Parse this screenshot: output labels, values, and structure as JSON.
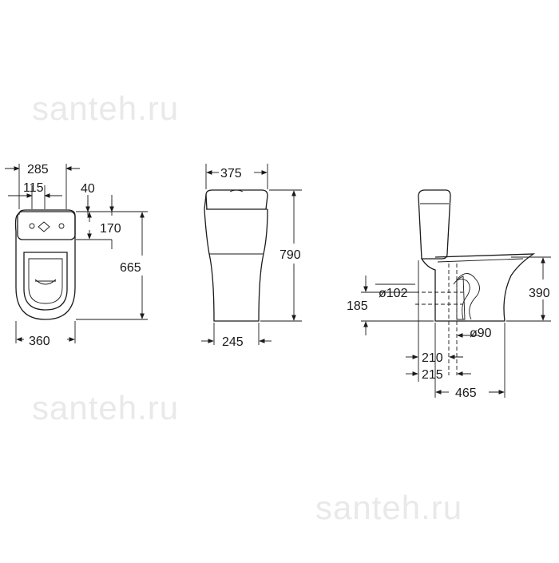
{
  "watermark": {
    "text": "santeh.ru"
  },
  "top_view": {
    "dim_total_width": "285",
    "dim_inner": "115",
    "dim_offset": "40",
    "dim_tank_depth": "170",
    "dim_length": "665",
    "dim_base_width": "360"
  },
  "front_view": {
    "dim_tank_width": "375",
    "dim_height": "790",
    "dim_base_width": "245"
  },
  "side_view": {
    "dim_outlet_diameter": "ø102",
    "dim_outlet_height": "185",
    "dim_seat_height": "390",
    "dim_floor_outlet": "ø90",
    "dim_offset_a": "210",
    "dim_offset_b": "215",
    "dim_depth": "465"
  }
}
